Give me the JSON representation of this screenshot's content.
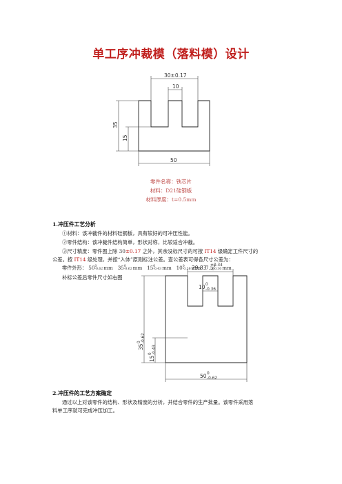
{
  "page": {
    "title": "单工序冲裁模（落料模）设计"
  },
  "drawing1": {
    "dims": {
      "top_width": "30±0.17",
      "slot_width": "10",
      "overall_height": "35",
      "base_height": "15",
      "overall_width": "50"
    }
  },
  "part_info": {
    "name": "零件名称：铁芯片",
    "material": "材料：D21硅钢板",
    "thickness": "材料厚度：t=0.5mm"
  },
  "section1": {
    "title": "1.冲压件工艺分析",
    "item1": "①材料：该冲裁件的材料硅钢板，具有较好的可冲压性能。",
    "item2": "②零件结构：该冲裁件结构简单，形状对称，比较适合冲裁。",
    "item3_line1_prefix": "③尺寸精度：零件图上除 30",
    "item3_line1_tol": "±0.17",
    "item3_line1_mid": " 之外，其余没标尺寸的可按",
    "item3_line1_it": " IT14 ",
    "item3_line1_suffix": "级确定工件尺寸的",
    "item3_line2_prefix": "公差。按",
    "item3_line2_it": " IT14 ",
    "item3_line2_suffix": "级处理，并按“入体”原则标注公差。查公差表可得各尺寸公差为：",
    "sizes_label": "零件外形：",
    "sizes": [
      {
        "base": "50",
        "up": "0",
        "down": "-0.62",
        "unit": "mm"
      },
      {
        "base": "35",
        "up": "0",
        "down": "-0.62",
        "unit": "mm"
      },
      {
        "base": "15",
        "up": "0",
        "down": "-0.43",
        "unit": "mm"
      },
      {
        "base": "10",
        "up": "0",
        "down": "-0.36",
        "unit": "mm"
      },
      {
        "base": "7.5",
        "up": "0",
        "down": "-0.36",
        "unit": "mm"
      }
    ],
    "note": "补标公差后零件尺寸如右图"
  },
  "drawing2": {
    "dims": {
      "top_width_base": "29.83",
      "top_width_up": "+0.34",
      "top_width_down": "-0",
      "slot_base": "10",
      "slot_up": "0",
      "slot_down": "-0.36",
      "overall_height_base": "35",
      "overall_height_up": "0",
      "overall_height_down": "-0.62",
      "base_height_base": "15",
      "base_height_up": "0",
      "base_height_down": "-0.43",
      "overall_width_base": "50",
      "overall_width_up": "0",
      "overall_width_down": "-0.62"
    }
  },
  "section2": {
    "title": "2.冲压件的工艺方案确定",
    "line1": "通过以上对该零件的结构、形状及精度的分析，并结合零件的生产批量。该零件采用落",
    "line2": "料单工序就可完成冲压加工。"
  }
}
